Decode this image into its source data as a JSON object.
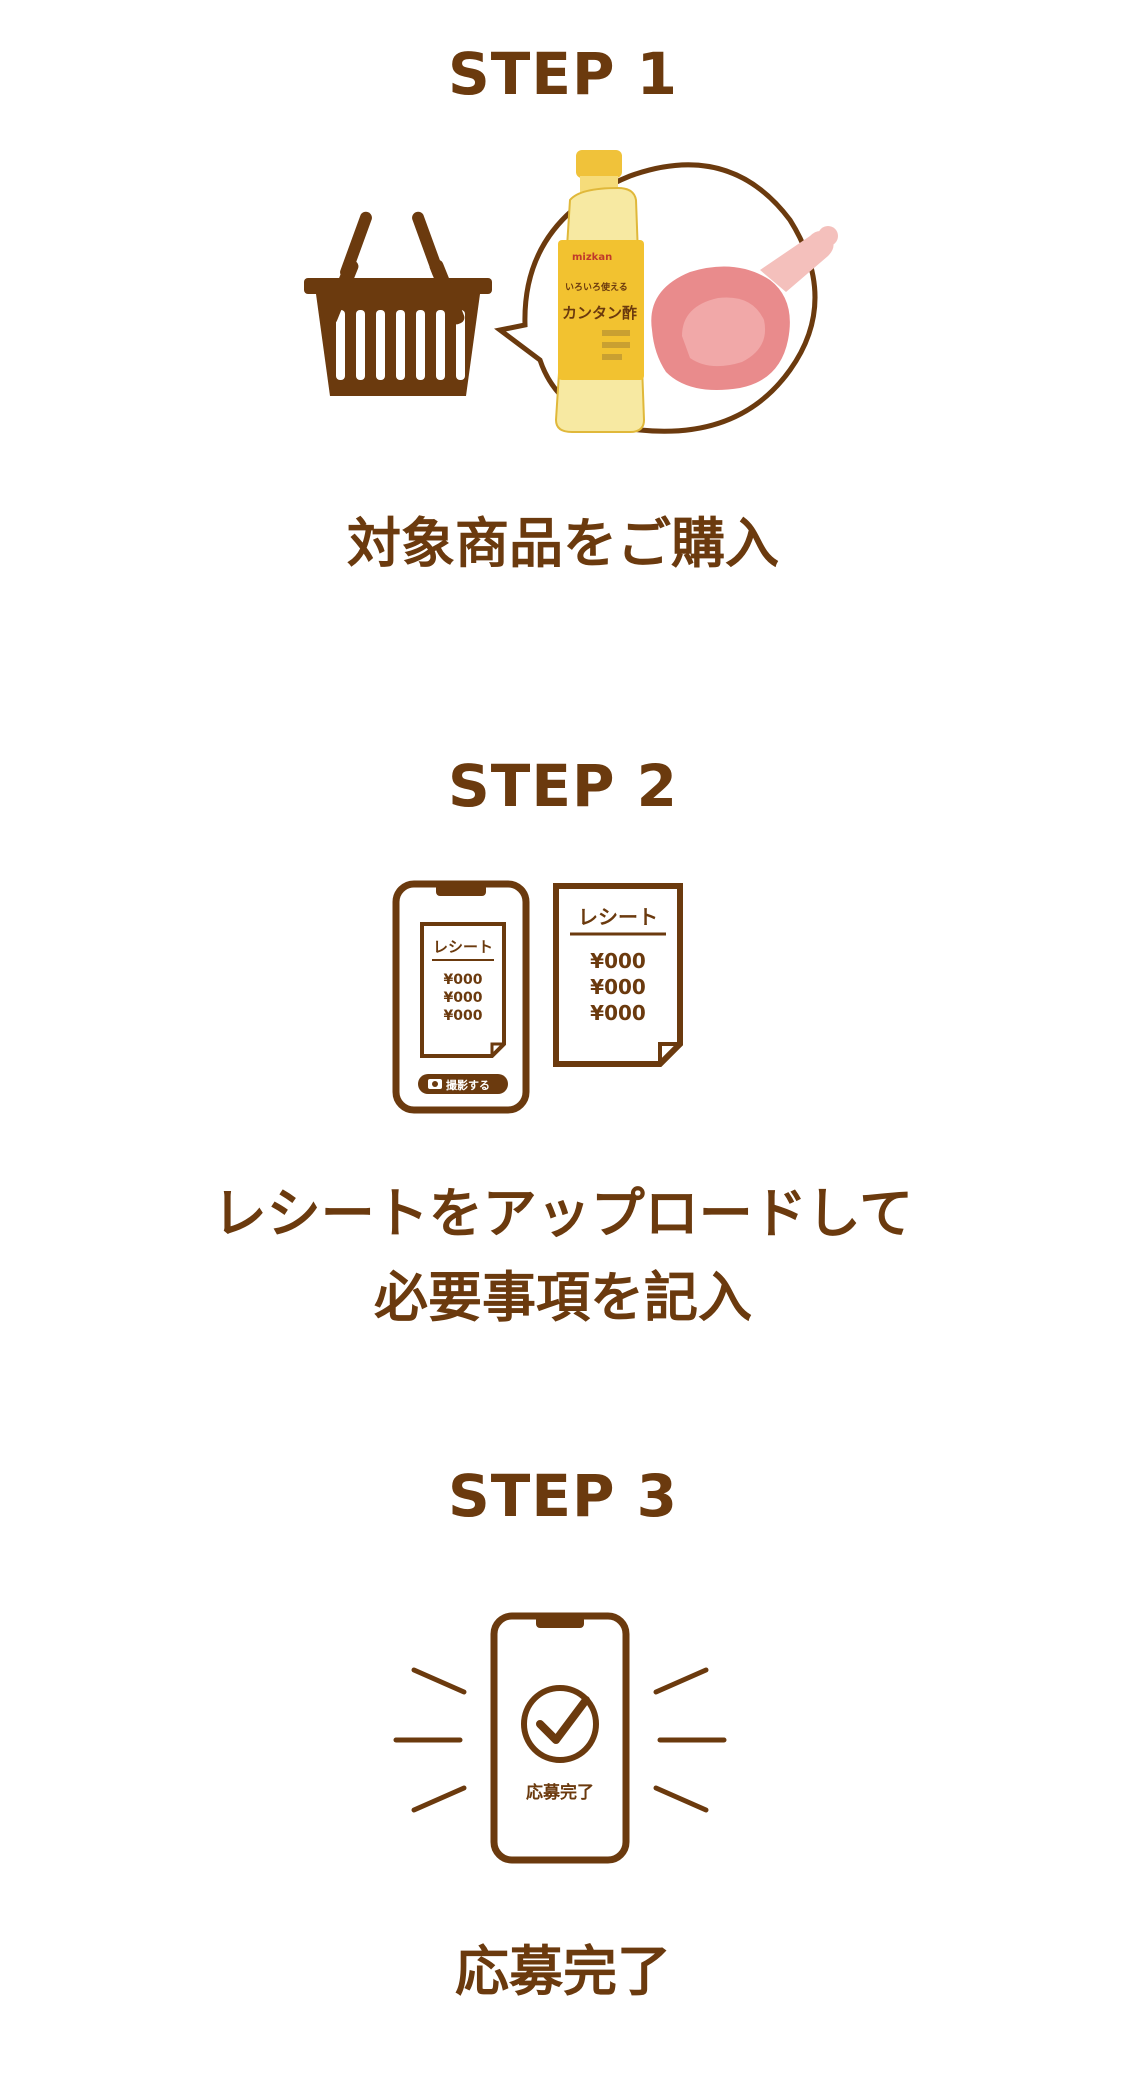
{
  "steps": [
    {
      "title": "STEP 1",
      "caption_lines": [
        "対象商品をご購入"
      ],
      "bottle_label": {
        "brand": "mizkan",
        "line1": "いろいろ使える",
        "line2": "カンタン酢"
      }
    },
    {
      "title": "STEP 2",
      "caption_lines": [
        "レシートをアップロードして",
        "必要事項を記入"
      ],
      "receipt": {
        "heading": "レシート",
        "amounts": [
          "¥000",
          "¥000",
          "¥000"
        ]
      },
      "phone_button_label": "撮影する"
    },
    {
      "title": "STEP 3",
      "caption_lines": [
        "応募完了"
      ],
      "phone_status_label": "応募完了"
    }
  ],
  "colors": {
    "brand_brown": "#6b3a0e",
    "bottle_yellow": "#f2c230",
    "meat_pink": "#e98b8c"
  }
}
